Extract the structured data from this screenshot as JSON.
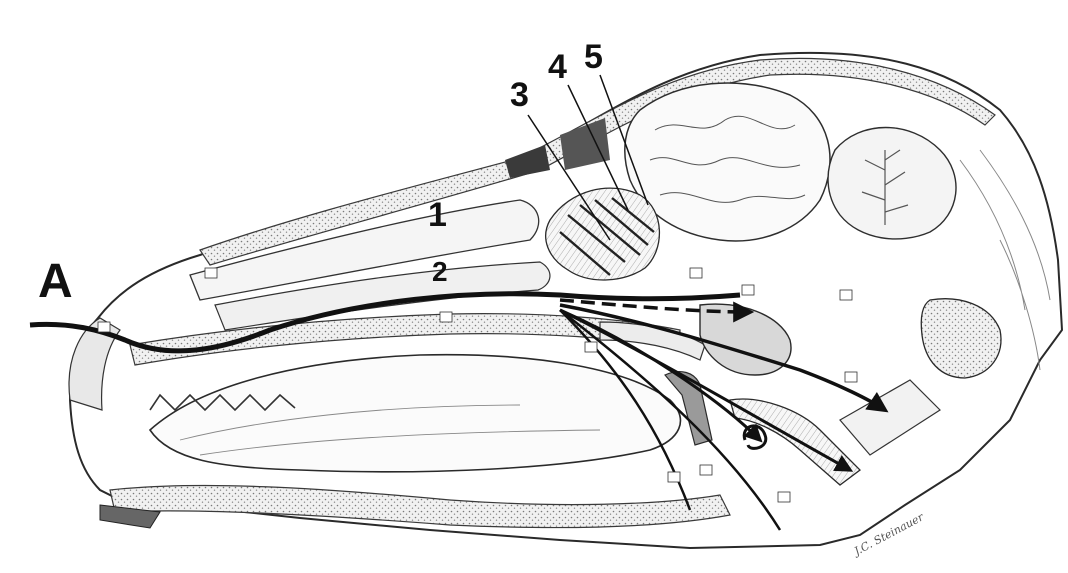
{
  "diagram": {
    "labels": {
      "entry": "A",
      "l1": "1",
      "l2": "2",
      "l3": "3",
      "l4": "4",
      "l5": "5"
    },
    "signature": "J.C. Steinauer"
  },
  "colors": {
    "ink": "#1a1a1a",
    "line": "#3a3a3a",
    "stipple": "#8a8a8a",
    "bone": "#d9d9d9",
    "paper": "#ffffff"
  }
}
